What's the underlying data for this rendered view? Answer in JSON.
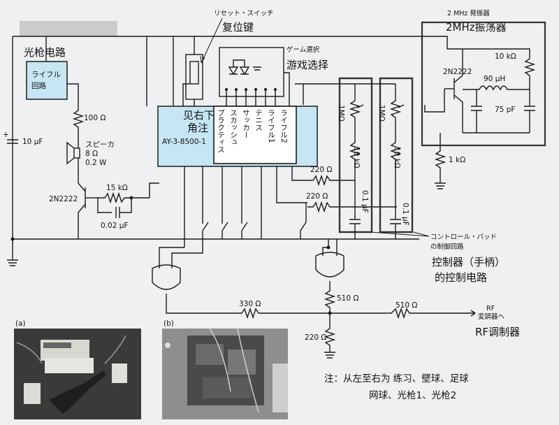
{
  "labels": {
    "reset_jp": "リセット・スイッチ",
    "reset_cn": "复位键",
    "game_select_jp": "ゲーム選択",
    "game_select_cn": "游戏选择",
    "osc_jp": "2 MHz 発振器",
    "osc_cn": "2MHz振荡器",
    "gun_cn": "光枪电路",
    "rifle_box": [
      "ライフル",
      "回路"
    ],
    "chip_corner": "见右下",
    "chip_corner2": "角注",
    "chip_name": "AY-3-8500-1",
    "speaker": [
      "スピーカ",
      "8 Ω",
      "0.2 W"
    ],
    "controller_jp": [
      "コントロール・パッド",
      "の制御回路"
    ],
    "controller_cn": [
      "控制器（手柄）",
      "的控制电路"
    ],
    "rf_jp": [
      "RF",
      "変調器へ"
    ],
    "rf_cn": "RF调制器",
    "photo_a": "(a)",
    "photo_b": "(b)",
    "note_line1": "注：从左至右为 练习、壁球、足球",
    "note_line2": "网球、光枪1、光枪2"
  },
  "games": [
    "プラクティス",
    "スカッシュ",
    "サッカー",
    "テニス",
    "ライフル1",
    "ライフル2"
  ],
  "components": {
    "r_100": "100 Ω",
    "c_10u": "10 μF",
    "t1": "2N2222",
    "r_15k": "15 kΩ",
    "c_002": "0.02 μF",
    "t2": "2N2222",
    "r_10k_osc": "10 kΩ",
    "l_90u": "90 μH",
    "c_75p": "75 pF",
    "r_1k": "1 kΩ",
    "pot1": "1MΩ",
    "pot2": "1MΩ",
    "r_10k_a": "10 kΩ",
    "r_10k_b": "10 kΩ",
    "c_01_a": "0.1 μF",
    "c_01_b": "0.1 μF",
    "r_220_a": "220 Ω",
    "r_220_b": "220 Ω",
    "r_510_a": "510 Ω",
    "r_330": "330 Ω",
    "r_510_b": "510 Ω",
    "r_220_c": "220 Ω"
  }
}
